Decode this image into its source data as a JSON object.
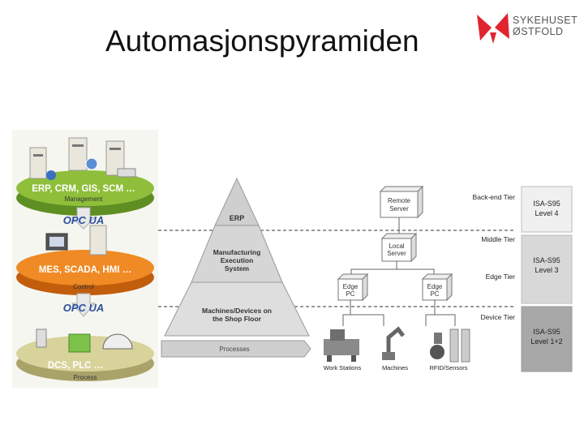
{
  "slide": {
    "title": "Automasjonspyramiden"
  },
  "logo": {
    "line1": "SYKEHUSET",
    "line2": "ØSTFOLD",
    "brand_color": "#e0242f"
  },
  "left_stack": {
    "top_layer": {
      "label": "ERP, CRM, GIS, SCM …",
      "sublabel": "Management",
      "color": "#8fbf3a"
    },
    "connector_1": "OPC UA",
    "middle_layer": {
      "label": "MES, SCADA, HMI …",
      "sublabel": "Control",
      "color": "#f08a24"
    },
    "connector_2": "OPC UA",
    "bottom_layer": {
      "label": "DCS, PLC …",
      "sublabel": "Process",
      "color": "#d8d39a"
    }
  },
  "pyramid": {
    "top": "ERP",
    "middle_lines": [
      "Manufacturing",
      "Execution",
      "System"
    ],
    "bottom_lines": [
      "Machines/Devices on",
      "the Shop Floor"
    ],
    "base": "Processes"
  },
  "tiers": {
    "backend": "Back-end Tier",
    "middle": "Middle Tier",
    "edge": "Edge Tier",
    "device": "Device Tier"
  },
  "boxes": {
    "remote_server": [
      "Remote",
      "Server"
    ],
    "local_server": [
      "Local",
      "Server"
    ],
    "edge_pc_1": [
      "Edge",
      "PC"
    ],
    "edge_pc_2": [
      "Edge",
      "PC"
    ]
  },
  "isa_levels": {
    "level4": [
      "ISA-S95",
      "Level 4"
    ],
    "level3": [
      "ISA-S95",
      "Level 3"
    ],
    "level12": [
      "ISA-S95",
      "Level 1+2"
    ]
  },
  "devices": {
    "work_stations": "Work Stations",
    "machines": "Machines",
    "rfid_sensors": "RFID/Sensors"
  }
}
